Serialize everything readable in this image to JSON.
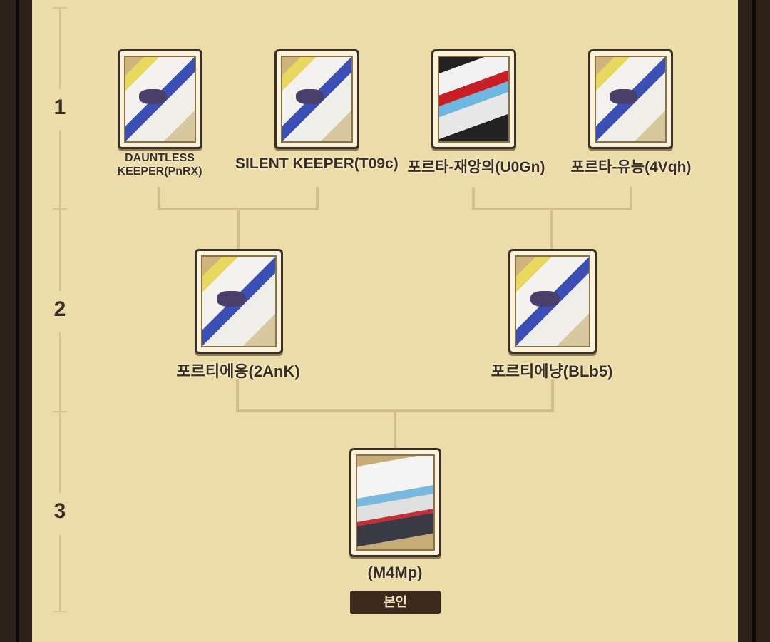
{
  "generations": [
    "1",
    "2",
    "3"
  ],
  "tree": {
    "gen1": [
      {
        "name": "DAUNTLESS KEEPER(PnRX)",
        "line1": "DAUNTLESS",
        "line2": "KEEPER(PnRX)",
        "portrait": "blue-keeper"
      },
      {
        "name": "SILENT KEEPER(T09c)",
        "portrait": "blue-keeper"
      },
      {
        "name": "포르타-재앙의(U0Gn)",
        "portrait": "red-mech"
      },
      {
        "name": "포르타-유능(4Vqh)",
        "portrait": "blue-keeper"
      }
    ],
    "gen2": [
      {
        "name": "포르티에옹(2AnK)",
        "portrait": "blue-beast"
      },
      {
        "name": "포르티에냥(BLb5)",
        "portrait": "blue-beast"
      }
    ],
    "gen3": {
      "name": "(M4Mp)",
      "portrait": "white-mech",
      "badge": "본인"
    }
  },
  "colors": {
    "panel": "#ecdcaa",
    "frame": "#2d2219",
    "line": "#d3bd8a",
    "badge": "#3b2a1b"
  }
}
